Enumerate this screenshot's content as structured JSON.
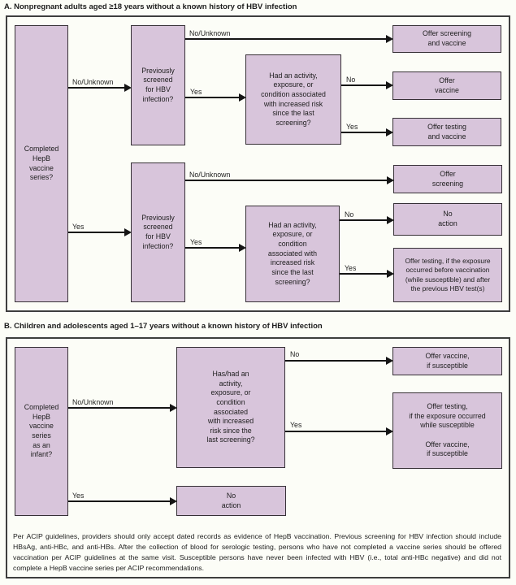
{
  "colors": {
    "box_fill": "#d8c5db",
    "box_border": "#363036",
    "frame_border": "#3e3e3e",
    "line": "#151515",
    "background": "#fcfdf7"
  },
  "panel_a": {
    "title": "A. Nonpregnant adults aged ≥18 years without a known history of HBV infection",
    "nodes": {
      "root": "Completed\nHepB\nvaccine\nseries?",
      "screened_top": "Previously\nscreened\nfor HBV\ninfection?",
      "screened_bottom": "Previously\nscreened\nfor HBV\ninfection?",
      "risk_top": "Had an activity,\nexposure, or\ncondition associated\nwith increased risk\nsince the last\nscreening?",
      "risk_bottom": "Had an activity,\nexposure, or\ncondition\nassociated with\nincreased risk\nsince the last\nscreening?",
      "outcome_screen_vaccine": "Offer screening\nand vaccine",
      "outcome_vaccine": "Offer\nvaccine",
      "outcome_test_vaccine": "Offer testing\nand vaccine",
      "outcome_screening": "Offer\nscreening",
      "outcome_no_action": "No\naction",
      "outcome_testing_exposure": "Offer testing, if the exposure\noccurred before vaccination\n(while susceptible) and after\nthe previous HBV test(s)"
    },
    "edges": {
      "root_no": "No/Unknown",
      "root_yes": "Yes",
      "screened_top_no": "No/Unknown",
      "screened_top_yes": "Yes",
      "risk_top_no": "No",
      "risk_top_yes": "Yes",
      "screened_bottom_no": "No/Unknown",
      "screened_bottom_yes": "Yes",
      "risk_bottom_no": "No",
      "risk_bottom_yes": "Yes"
    }
  },
  "panel_b": {
    "title": "B. Children and adolescents aged 1–17 years without a known history of HBV infection",
    "nodes": {
      "root": "Completed\nHepB\nvaccine\nseries\nas an\ninfant?",
      "risk": "Has/had an\nactivity,\nexposure, or\ncondition\nassociated\nwith increased\nrisk since the\nlast screening?",
      "outcome_vaccine": "Offer vaccine,\nif susceptible",
      "outcome_testing": "Offer testing,\nif the exposure occurred\nwhile susceptible\n\nOffer vaccine,\nif susceptible",
      "outcome_no_action": "No\naction"
    },
    "edges": {
      "root_no": "No/Unknown",
      "root_yes": "Yes",
      "risk_no": "No",
      "risk_yes": "Yes"
    }
  },
  "footnote": "Per ACIP guidelines, providers should only accept dated records as evidence of HepB vaccination. Previous screening for HBV infection should include HBsAg, anti-HBc, and anti-HBs. After the collection of blood for serologic testing, persons who have not completed a vaccine series should be offered vaccination per ACIP guidelines at the same visit. Susceptible persons have never been infected with HBV (i.e., total anti-HBc negative) and did not complete a HepB vaccine series per ACIP recommendations."
}
